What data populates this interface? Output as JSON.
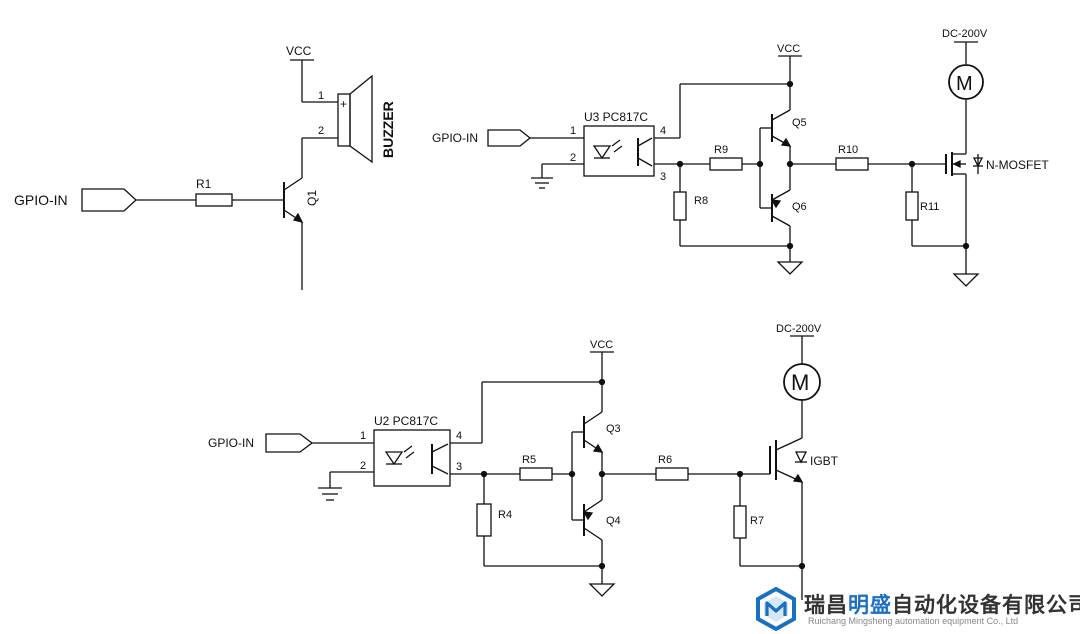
{
  "circuit_1": {
    "input_label": "GPIO-IN",
    "resistor": "R1",
    "transistor": "Q1",
    "supply": "VCC",
    "load": "BUZZER",
    "pin_1": "1",
    "pin_2": "2",
    "polarity": "+"
  },
  "circuit_2": {
    "input_label": "GPIO-IN",
    "optocoupler": "U3 PC817C",
    "pins": [
      "1",
      "2",
      "3",
      "4"
    ],
    "supply": "VCC",
    "resistors": [
      "R8",
      "R9",
      "R10",
      "R11"
    ],
    "transistors": [
      "Q5",
      "Q6"
    ],
    "switch": "N-MOSFET",
    "motor_supply": "DC-200V",
    "motor": "M"
  },
  "circuit_3": {
    "input_label": "GPIO-IN",
    "optocoupler": "U2 PC817C",
    "pins": [
      "1",
      "2",
      "3",
      "4"
    ],
    "supply": "VCC",
    "resistors": [
      "R4",
      "R5",
      "R6",
      "R7"
    ],
    "transistors": [
      "Q3",
      "Q4"
    ],
    "switch": "IGBT",
    "motor_supply": "DC-200V",
    "motor": "M"
  },
  "logo": {
    "name_part1": "瑞昌",
    "name_highlight": "明盛",
    "name_part2": "自动化设备有限公司",
    "english": "Ruichang Mingsheng automation equipment Co., Ltd",
    "accent_color": "#1a6fc0",
    "icon": "hexagon-m-logo"
  }
}
